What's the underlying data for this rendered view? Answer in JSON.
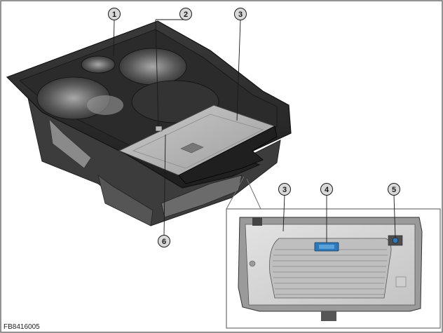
{
  "figure": {
    "id_code": "FB8416005"
  },
  "callouts": {
    "c1": "1",
    "c2": "2",
    "c3": "3",
    "c6": "6",
    "detail_c3": "3",
    "detail_c4": "4",
    "detail_c5": "5"
  },
  "colors": {
    "frame": "#6f6f6f",
    "tray_dark": "#2e2e2e",
    "tray_mid": "#4a4a4a",
    "pad_surface": "#b9b9b9",
    "plate": "#d8d8d8",
    "connector_blue": "#2d78b8",
    "callout_fill": "#d9d9d9"
  }
}
